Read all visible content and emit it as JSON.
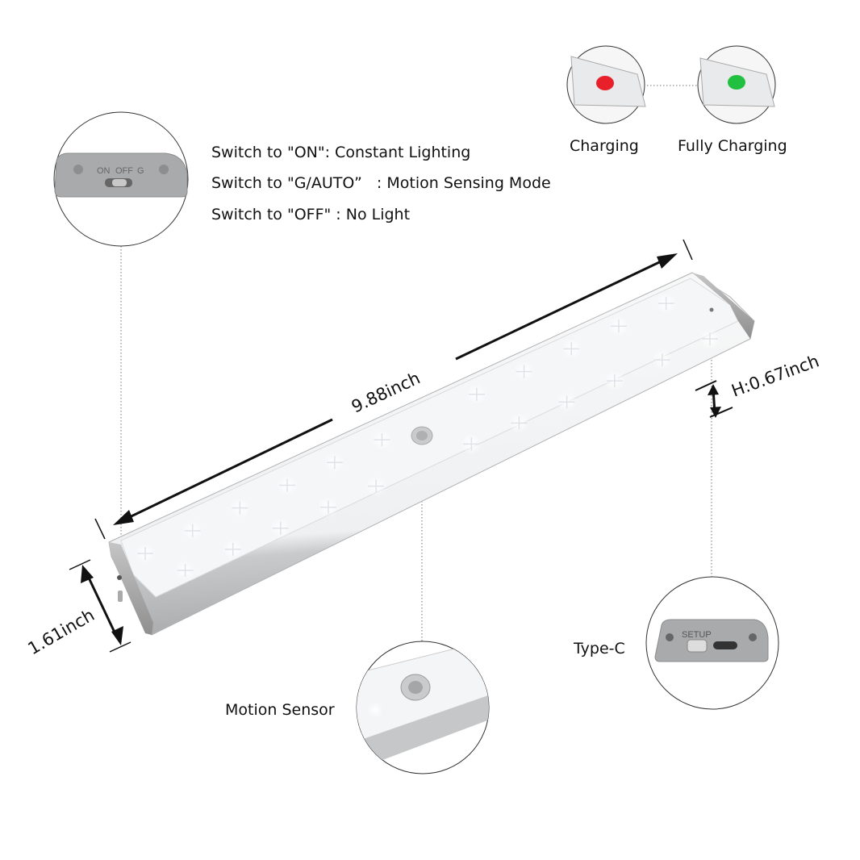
{
  "switch_panel": {
    "labels": [
      "ON",
      "OFF",
      "G"
    ],
    "descriptions": [
      "Switch to \"ON\": Constant Lighting",
      "Switch to \"G/AUTO”   : Motion Sensing Mode",
      "Switch to \"OFF\" : No Light"
    ]
  },
  "indicators": {
    "charging": {
      "label": "Charging",
      "color": "#e8202a"
    },
    "full": {
      "label": "Fully Charging",
      "color": "#22c040"
    }
  },
  "dimensions": {
    "length": "9.88inch",
    "height": "H:0.67inch",
    "width": "1.61inch"
  },
  "callouts": {
    "type_c": "Type-C",
    "setup": "SETUP",
    "motion_sensor": "Motion Sensor"
  }
}
